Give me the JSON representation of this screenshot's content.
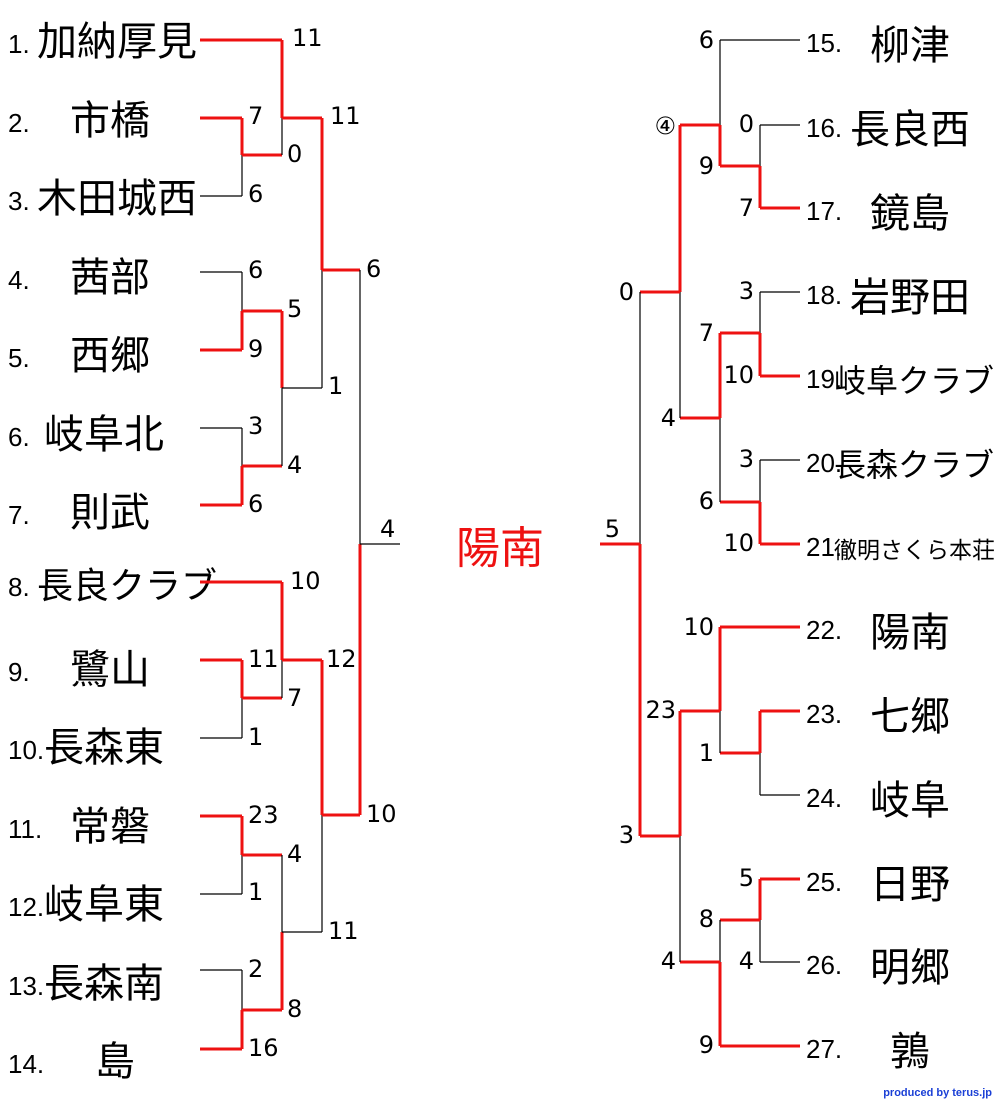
{
  "champion": "陽南",
  "credit": "produced by terus.jp",
  "colors": {
    "winner_line": "#ee1111",
    "loser_line": "#000000",
    "credit": "#1a3fd6"
  },
  "left_teams": [
    {
      "seed": "1.",
      "name": "加納厚見"
    },
    {
      "seed": "2.",
      "name": "市橋"
    },
    {
      "seed": "3.",
      "name": "木田城西"
    },
    {
      "seed": "4.",
      "name": "茜部"
    },
    {
      "seed": "5.",
      "name": "西郷"
    },
    {
      "seed": "6.",
      "name": "岐阜北"
    },
    {
      "seed": "7.",
      "name": "則武"
    },
    {
      "seed": "8.",
      "name": "長良クラブ"
    },
    {
      "seed": "9.",
      "name": "鷺山"
    },
    {
      "seed": "10.",
      "name": "長森東"
    },
    {
      "seed": "11.",
      "name": "常磐"
    },
    {
      "seed": "12.",
      "name": "岐阜東"
    },
    {
      "seed": "13.",
      "name": "長森南"
    },
    {
      "seed": "14.",
      "name": "島"
    }
  ],
  "right_teams": [
    {
      "seed": "15.",
      "name": "柳津"
    },
    {
      "seed": "16.",
      "name": "長良西"
    },
    {
      "seed": "17.",
      "name": "鏡島"
    },
    {
      "seed": "18.",
      "name": "岩野田"
    },
    {
      "seed": "19.",
      "name": "岐阜クラブ"
    },
    {
      "seed": "20.",
      "name": "長森クラブ"
    },
    {
      "seed": "21.",
      "name": "徹明さくら本荘"
    },
    {
      "seed": "22.",
      "name": "陽南"
    },
    {
      "seed": "23.",
      "name": "七郷"
    },
    {
      "seed": "24.",
      "name": "岐阜"
    },
    {
      "seed": "25.",
      "name": "日野"
    },
    {
      "seed": "26.",
      "name": "明郷"
    },
    {
      "seed": "27.",
      "name": "鶉"
    }
  ],
  "left_scores": {
    "m_1_r2": [
      "11",
      "11"
    ],
    "m_2_3": [
      "7",
      "6"
    ],
    "m_r2_w23": [
      "0"
    ],
    "m_4_5": [
      "6",
      "9"
    ],
    "m_6_7": [
      "3",
      "6"
    ],
    "m_w45_w67": [
      "5",
      "4"
    ],
    "m_q1": [
      "6",
      "1"
    ],
    "m_8_r2": [
      "10"
    ],
    "m_9_10": [
      "11",
      "1"
    ],
    "m_r2_w910": [
      "7"
    ],
    "m_11_12": [
      "23",
      "1"
    ],
    "m_13_14": [
      "2",
      "16"
    ],
    "m_w1112_w1314": [
      "4",
      "8"
    ],
    "m_q2": [
      "12",
      "11"
    ],
    "m_semi": [
      "10"
    ],
    "final_left": "4"
  },
  "right_scores": {
    "m_15_r2": [
      "6"
    ],
    "m_16_17": [
      "0",
      "7"
    ],
    "m_r2": [
      "④",
      "9"
    ],
    "m_18_19": [
      "3",
      "10"
    ],
    "m_20_21": [
      "3",
      "10"
    ],
    "m_w1819_w2021": [
      "7",
      "6"
    ],
    "m_q1": [
      "0",
      "4"
    ],
    "m_22": [
      "10"
    ],
    "m_23_24": [
      "1"
    ],
    "m_q2": [
      "23"
    ],
    "m_25_26": [
      "5",
      "4"
    ],
    "m_w2526_27": [
      "8",
      "9"
    ],
    "m_q3": [
      "4"
    ],
    "m_semi": [
      "3"
    ],
    "final_right": "5"
  }
}
